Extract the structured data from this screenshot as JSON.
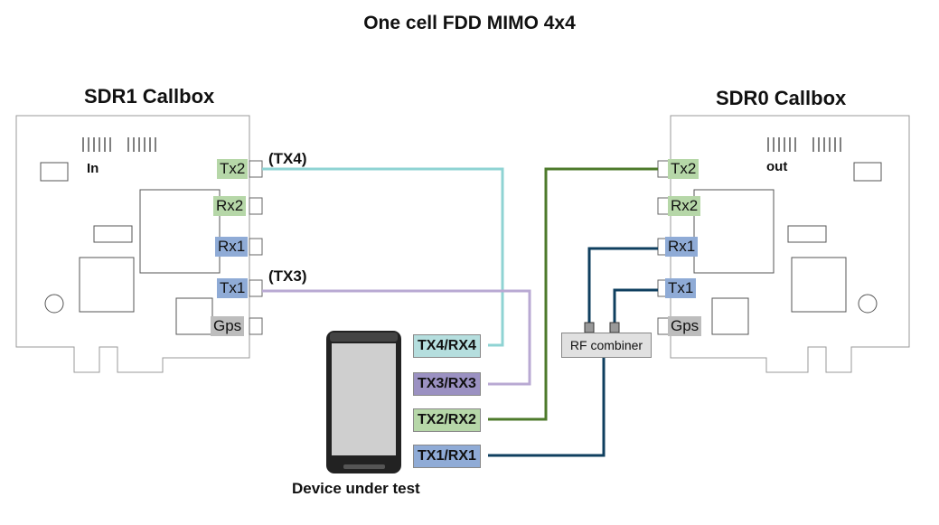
{
  "title": "One cell FDD MIMO 4x4",
  "sdr1": {
    "title": "SDR1 Callbox",
    "in_label": "In",
    "ports": [
      "Tx2",
      "Rx2",
      "Rx1",
      "Tx1",
      "Gps"
    ]
  },
  "sdr0": {
    "title": "SDR0  Callbox",
    "out_label": "out",
    "ports": [
      "Tx2",
      "Rx2",
      "Rx1",
      "Tx1",
      "Gps"
    ]
  },
  "tags": {
    "tx4": "(TX4)",
    "tx3": "(TX3)"
  },
  "dut": {
    "ports": [
      "TX4/RX4",
      "TX3/RX3",
      "TX2/RX2",
      "TX1/RX1"
    ],
    "caption": "Device  under test"
  },
  "rf_combiner": "RF combiner",
  "colors": {
    "tx4_cable": "#8fd3d3",
    "tx3_cable": "#b9a9d3",
    "tx2_cable": "#4d7a2b",
    "tx1_cable": "#0f3f5f",
    "port_green": "#b6d7a8",
    "port_blue": "#8fabd6",
    "port_grey": "#bdbdbd"
  }
}
